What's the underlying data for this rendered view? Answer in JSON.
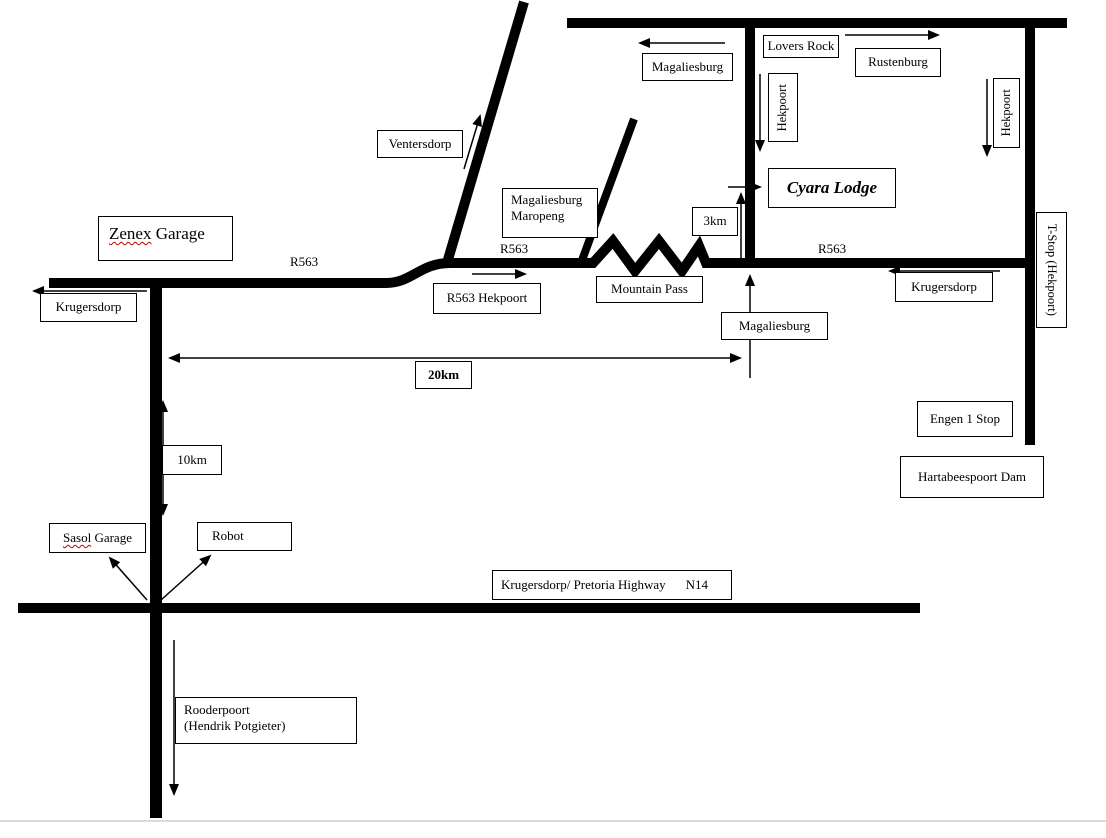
{
  "colors": {
    "ink": "#000000",
    "background": "#ffffff",
    "spellcheck": "#c00000",
    "page_edge": "#cfcfcf"
  },
  "labels": {
    "magaliesburg_top": "Magaliesburg",
    "lovers_rock": "Lovers Rock",
    "rustenburg": "Rustenburg",
    "hekpoort_left": "Hekpoort",
    "hekpoort_right": "Hekpoort",
    "cyara_lodge": "Cyara Lodge",
    "ventersdorp": "Ventersdorp",
    "maropeng_line1": "Magaliesburg",
    "maropeng_line2": "Maropeng",
    "r563_left": "R563",
    "r563_mid": "R563",
    "r563_right": "R563",
    "zenex_word": "Zenex",
    "zenex_rest": "Garage",
    "krugersdorp_left": "Krugersdorp",
    "r563_hekpoort": "R563 Hekpoort",
    "mountain_pass": "Mountain Pass",
    "dist_3km": "3km",
    "krugersdorp_right": "Krugersdorp",
    "t_stop": "T-Stop (Hekpoort)",
    "magaliesburg_mid": "Magaliesburg",
    "dist_20km": "20km",
    "engen": "Engen 1 Stop",
    "hartabeespoort": "Hartabeespoort Dam",
    "dist_10km": "10km",
    "sasol_word": "Sasol",
    "sasol_rest": "Garage",
    "robot": "Robot",
    "highway_name": "Krugersdorp/ Pretoria Highway",
    "highway_code": "N14",
    "rooderpoort_line1": "Rooderpoort",
    "rooderpoort_line2": "(Hendrik Potgieter)"
  }
}
